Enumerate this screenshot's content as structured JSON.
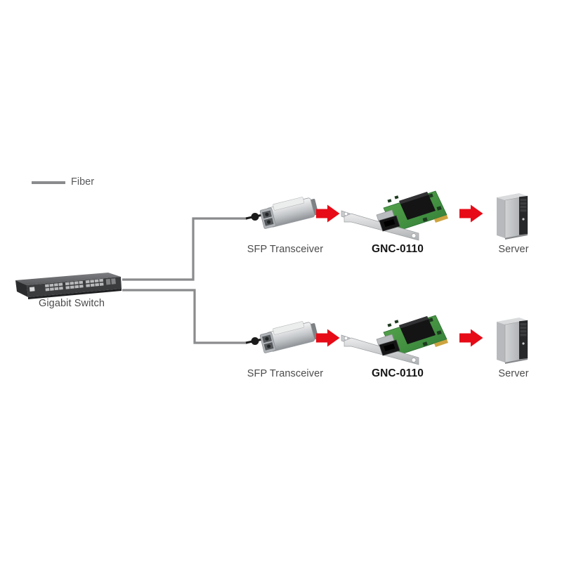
{
  "legend": {
    "label": "Fiber"
  },
  "switch": {
    "label": "Gigabit Switch"
  },
  "rows": [
    {
      "transceiver_label": "SFP Transceiver",
      "card_label": "GNC-0110",
      "server_label": "Server"
    },
    {
      "transceiver_label": "SFP Transceiver",
      "card_label": "GNC-0110",
      "server_label": "Server"
    }
  ],
  "icons": {
    "flow_arrow": "arrow-right"
  },
  "colors": {
    "fiber_line": "#8a8b8d",
    "arrow_red": "#e60b17",
    "connector_dot": "#1b1b1b"
  }
}
